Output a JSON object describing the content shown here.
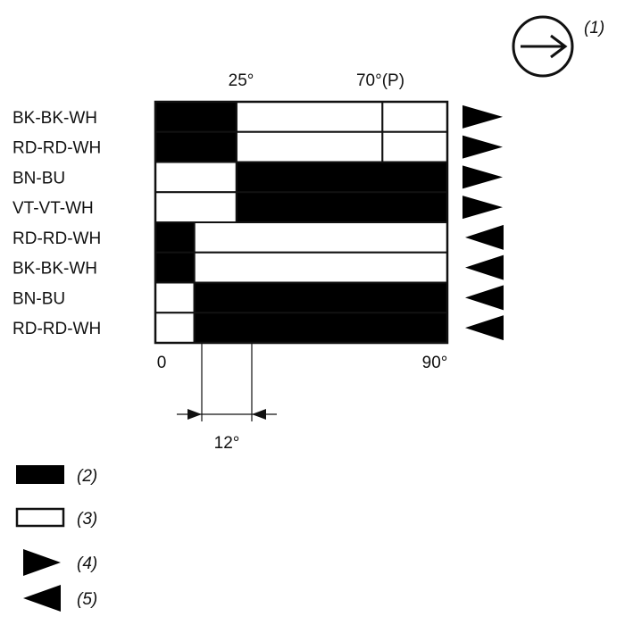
{
  "header": {
    "direction_symbol": "arrow-right-in-circle-icon",
    "direction_ref": "(1)"
  },
  "axis": {
    "top_ticks": [
      {
        "label": "25°",
        "deg": 25
      },
      {
        "label": "70°(P)",
        "deg": 70
      }
    ],
    "bottom_ticks": [
      {
        "label": "0",
        "deg": 0
      },
      {
        "label": "90°",
        "deg": 90
      }
    ],
    "range": [
      0,
      90
    ],
    "dimension": {
      "label": "12°",
      "from_deg": 12,
      "to_deg": 25
    }
  },
  "rows": [
    {
      "label": "BK-BK-WH",
      "closed": [
        [
          0,
          25
        ]
      ],
      "open": [
        [
          25,
          70
        ],
        [
          70,
          90
        ]
      ],
      "direction": "right"
    },
    {
      "label": "RD-RD-WH",
      "closed": [
        [
          0,
          25
        ]
      ],
      "open": [
        [
          25,
          70
        ],
        [
          70,
          90
        ]
      ],
      "direction": "right"
    },
    {
      "label": "BN-BU",
      "closed": [
        [
          25,
          90
        ]
      ],
      "open": [
        [
          0,
          25
        ]
      ],
      "direction": "right"
    },
    {
      "label": "VT-VT-WH",
      "closed": [
        [
          25,
          90
        ]
      ],
      "open": [
        [
          0,
          25
        ]
      ],
      "direction": "right"
    },
    {
      "label": "RD-RD-WH",
      "closed": [
        [
          0,
          12
        ]
      ],
      "open": [
        [
          12,
          90
        ]
      ],
      "direction": "left"
    },
    {
      "label": "BK-BK-WH",
      "closed": [
        [
          0,
          12
        ]
      ],
      "open": [
        [
          12,
          90
        ]
      ],
      "direction": "left"
    },
    {
      "label": "BN-BU",
      "closed": [
        [
          12,
          90
        ]
      ],
      "open": [
        [
          0,
          12
        ]
      ],
      "direction": "left"
    },
    {
      "label": "RD-RD-WH",
      "closed": [
        [
          12,
          90
        ]
      ],
      "open": [
        [
          0,
          12
        ]
      ],
      "direction": "left"
    }
  ],
  "legend": [
    {
      "symbol": "filled-box-icon",
      "ref": "(2)"
    },
    {
      "symbol": "empty-box-icon",
      "ref": "(3)"
    },
    {
      "symbol": "right-arrow-icon",
      "ref": "(4)"
    },
    {
      "symbol": "left-arrow-icon",
      "ref": "(5)"
    }
  ],
  "colors": {
    "filled": "#000000",
    "empty": "#ffffff",
    "line": "#111111"
  }
}
